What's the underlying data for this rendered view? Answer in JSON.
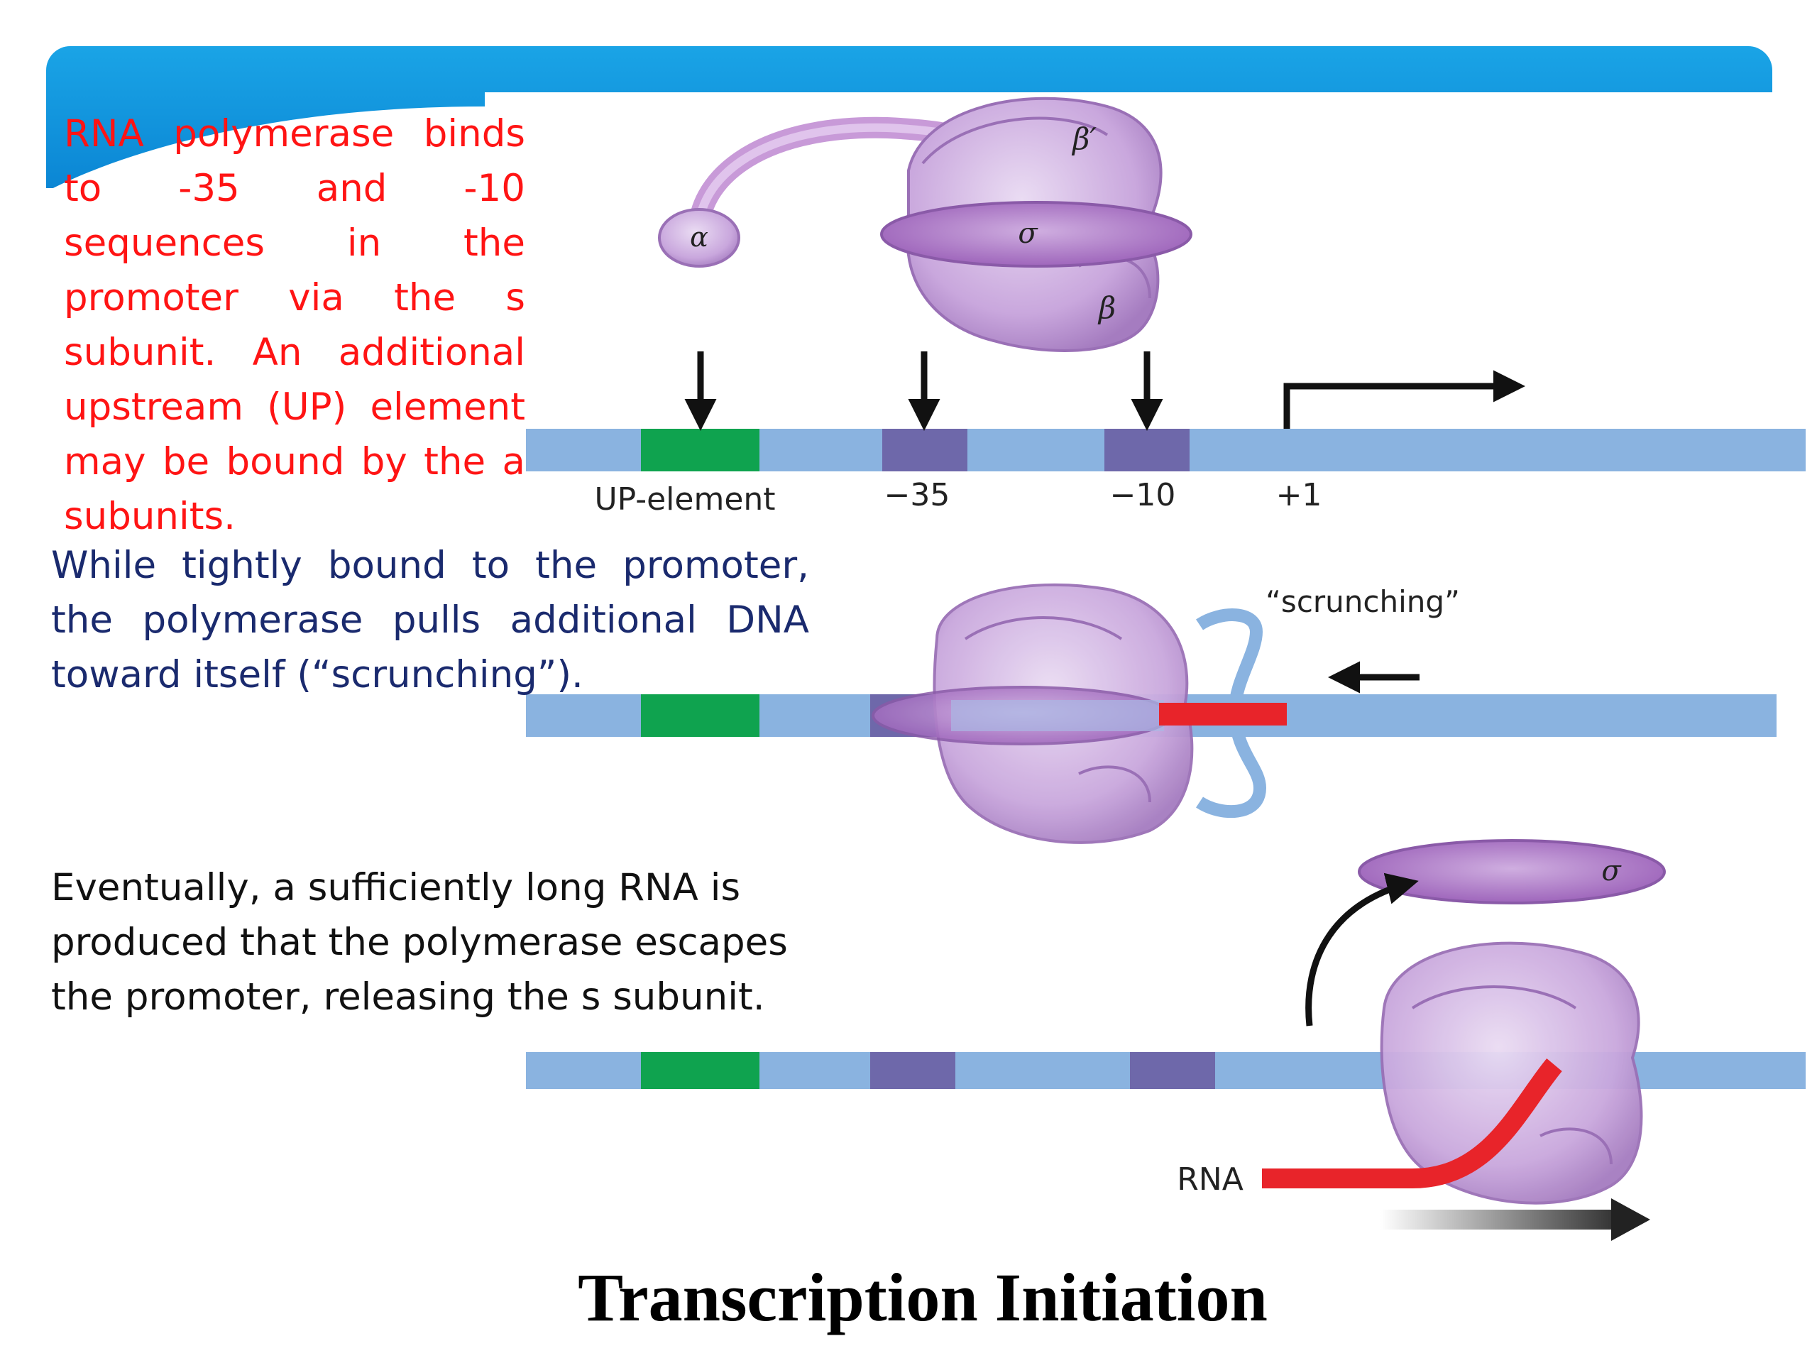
{
  "slide": {
    "title": "Transcription Initiation",
    "paragraphs": [
      "RNA polymerase binds to -35 and -10 sequences in the promoter via the s subunit. An additional upstream (UP) element may be bound by the a subunits.",
      "While tightly bound to the promoter, the polymerase pulls additional DNA toward itself (“scrunching”).",
      "Eventually, a sufficiently long RNA is produced that the polymerase escapes the promoter, releasing the s subunit."
    ]
  },
  "diagram": {
    "promoter_labels": {
      "up_element": "UP-element",
      "minus35": "−35",
      "minus10": "−10",
      "plus1": "+1"
    },
    "subunits": {
      "alpha": "α",
      "beta_prime": "β′",
      "sigma": "σ",
      "beta": "β"
    },
    "scrunching_label": "“scrunching”",
    "rna_label": "RNA",
    "colors": {
      "banner": "#0e8fd8",
      "dna": "#8ab3e0",
      "up_element": "#0fa34f",
      "promoter_box": "#6e68aa",
      "polymerase": "#c9a7dd",
      "sigma": "#a76cc0",
      "rna": "#e8242a",
      "paragraph1_text": "#ff1414",
      "paragraph2_text": "#1a2a6e"
    }
  }
}
